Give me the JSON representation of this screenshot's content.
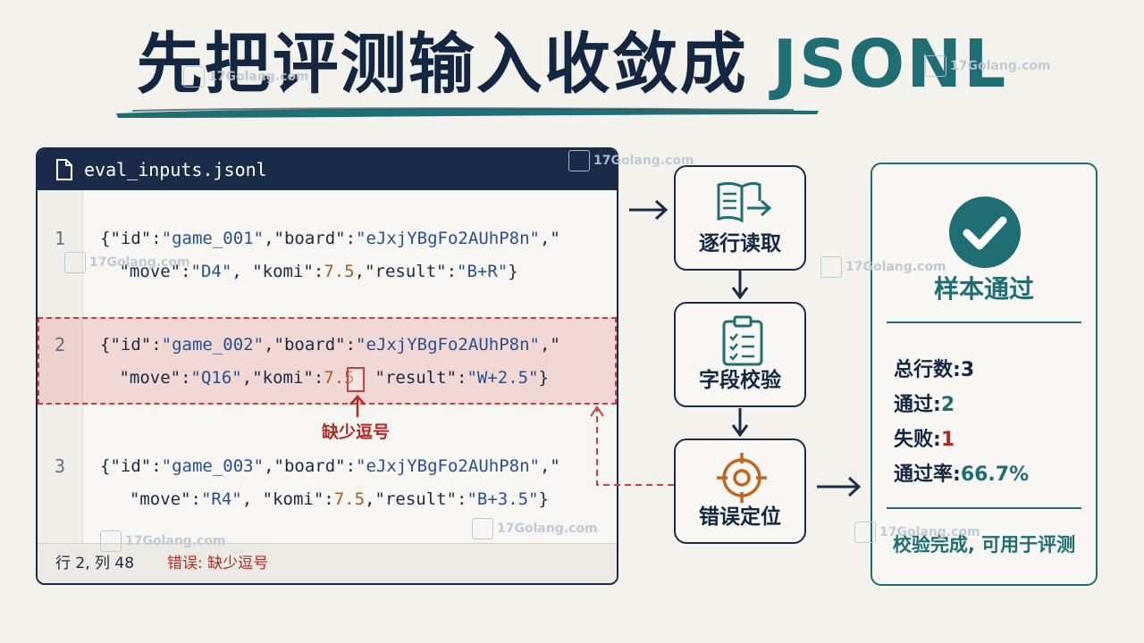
{
  "title": {
    "main": "先把评测输入收敛成",
    "accent": "JSONL"
  },
  "editor": {
    "filename": "eval_inputs.jsonl",
    "lines": [
      {
        "no": "1",
        "a": [
          [
            "{",
            "k"
          ],
          [
            "\"id\"",
            "k"
          ],
          [
            ":",
            "k"
          ],
          [
            "\"game_001\"",
            "s"
          ],
          [
            ",",
            "k"
          ],
          [
            "\"board\"",
            "k"
          ],
          [
            ":",
            "k"
          ],
          [
            "\"eJxjYBgFo2AUhP8n\"",
            "s"
          ],
          [
            ",\"",
            "k"
          ]
        ],
        "b": [
          [
            " \"move\"",
            "k"
          ],
          [
            ":",
            "k"
          ],
          [
            "\"D4\"",
            "s"
          ],
          [
            ", ",
            "k"
          ],
          [
            "\"komi\"",
            "k"
          ],
          [
            ":",
            "k"
          ],
          [
            "7.5",
            "n"
          ],
          [
            ",",
            "k"
          ],
          [
            "\"result\"",
            "k"
          ],
          [
            ":",
            "k"
          ],
          [
            "\"B+R\"",
            "s"
          ],
          [
            "}",
            "k"
          ]
        ]
      },
      {
        "no": "2",
        "a": [
          [
            "{",
            "k"
          ],
          [
            "\"id\"",
            "k"
          ],
          [
            ":",
            "k"
          ],
          [
            "\"game_002\"",
            "s"
          ],
          [
            ",",
            "k"
          ],
          [
            "\"board\"",
            "k"
          ],
          [
            ":",
            "k"
          ],
          [
            "\"eJxjYBgFo2AUhP8n\"",
            "s"
          ],
          [
            ",\"",
            "k"
          ]
        ],
        "b": [
          [
            " \"move\"",
            "k"
          ],
          [
            ":",
            "k"
          ],
          [
            "\"Q16\"",
            "s"
          ],
          [
            ",",
            "k"
          ],
          [
            "\"komi\"",
            "k"
          ],
          [
            ":",
            "k"
          ],
          [
            "7.5",
            "n"
          ],
          [
            "  ",
            "k"
          ],
          [
            "\"result\"",
            "k"
          ],
          [
            ":",
            "k"
          ],
          [
            "\"W+2.5\"",
            "s"
          ],
          [
            "}",
            "k"
          ]
        ]
      },
      {
        "no": "3",
        "a": [
          [
            "{",
            "k"
          ],
          [
            "\"id\"",
            "k"
          ],
          [
            ":",
            "k"
          ],
          [
            "\"game_003\"",
            "s"
          ],
          [
            ",",
            "k"
          ],
          [
            "\"board\"",
            "k"
          ],
          [
            ":",
            "k"
          ],
          [
            "\"eJxjYBgFo2AUhP8n\"",
            "s"
          ],
          [
            ",\"",
            "k"
          ]
        ],
        "b": [
          [
            "  \"move\"",
            "k"
          ],
          [
            ":",
            "k"
          ],
          [
            "\"R4\"",
            "s"
          ],
          [
            ", ",
            "k"
          ],
          [
            "\"komi\"",
            "k"
          ],
          [
            ":",
            "k"
          ],
          [
            "7.5",
            "n"
          ],
          [
            ",",
            "k"
          ],
          [
            "\"result\"",
            "k"
          ],
          [
            ":",
            "k"
          ],
          [
            "\"B+3.5\"",
            "s"
          ],
          [
            "}",
            "k"
          ]
        ]
      }
    ],
    "error_note": "缺少逗号",
    "status_pos": "行 2, 列 48",
    "status_error": "错误: 缺少逗号"
  },
  "pipeline": {
    "steps": [
      {
        "label": "逐行读取",
        "icon": "book-arrow-icon"
      },
      {
        "label": "字段校验",
        "icon": "clipboard-check-icon"
      },
      {
        "label": "错误定位",
        "icon": "target-icon"
      }
    ]
  },
  "result": {
    "heading": "样本通过",
    "stats": [
      {
        "label": "总行数:",
        "value": "3",
        "color": "dark"
      },
      {
        "label": "通过:",
        "value": "2",
        "color": "teal"
      },
      {
        "label": "失败:",
        "value": "1",
        "color": "red"
      },
      {
        "label": "通过率:",
        "value": "66.7%",
        "color": "teal"
      }
    ],
    "footer": "校验完成, 可用于评测"
  },
  "watermark": "17Golang.com",
  "colors": {
    "navy": "#1a2b4a",
    "teal": "#1f6e74",
    "error": "#c9403c",
    "paper": "#f4f2ec"
  }
}
